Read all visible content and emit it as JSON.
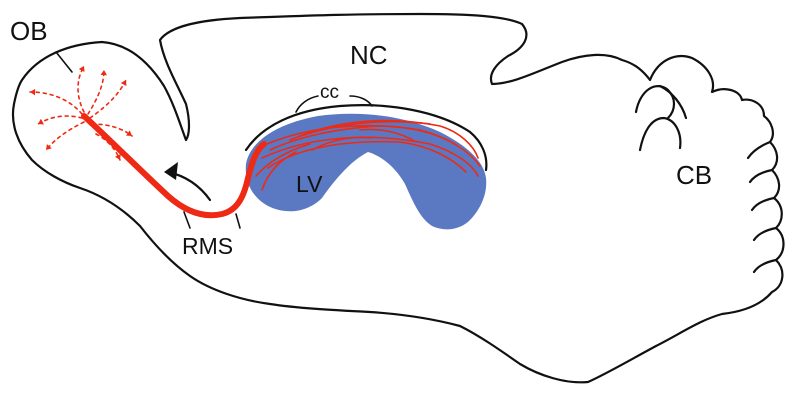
{
  "labels": {
    "ob": "OB",
    "nc": "NC",
    "cc": "cc",
    "lv": "LV",
    "rms": "RMS",
    "cb": "CB"
  },
  "colors": {
    "outline": "#111111",
    "ventricle": "#5b78c2",
    "migration": "#ee2a14",
    "arrow": "#111111",
    "background": "#ffffff"
  },
  "icons": {
    "direction_arrow": "curved-arrow-left-icon"
  }
}
